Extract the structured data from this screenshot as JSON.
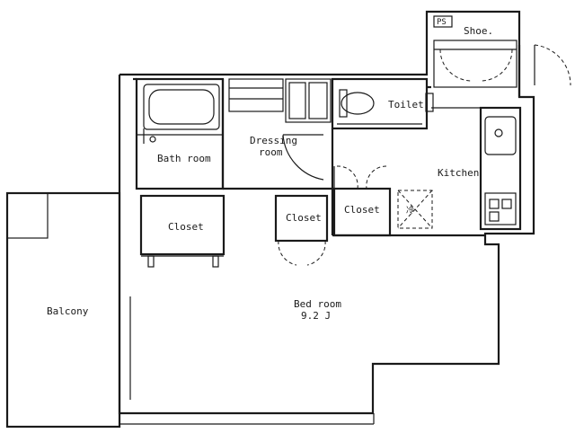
{
  "rooms": {
    "bath": "Bath room",
    "dressing_1": "Dressing",
    "dressing_2": "room",
    "toilet": "Toilet",
    "kitchen": "Kitchen",
    "closet_left": "Closet",
    "closet_mid": "Closet",
    "closet_right": "Closet",
    "bedroom": "Bed room",
    "bedroom_size": "9.2 J",
    "balcony": "Balcony",
    "shoe": "Shoe.",
    "ps": "PS",
    "fridge": "冷"
  }
}
